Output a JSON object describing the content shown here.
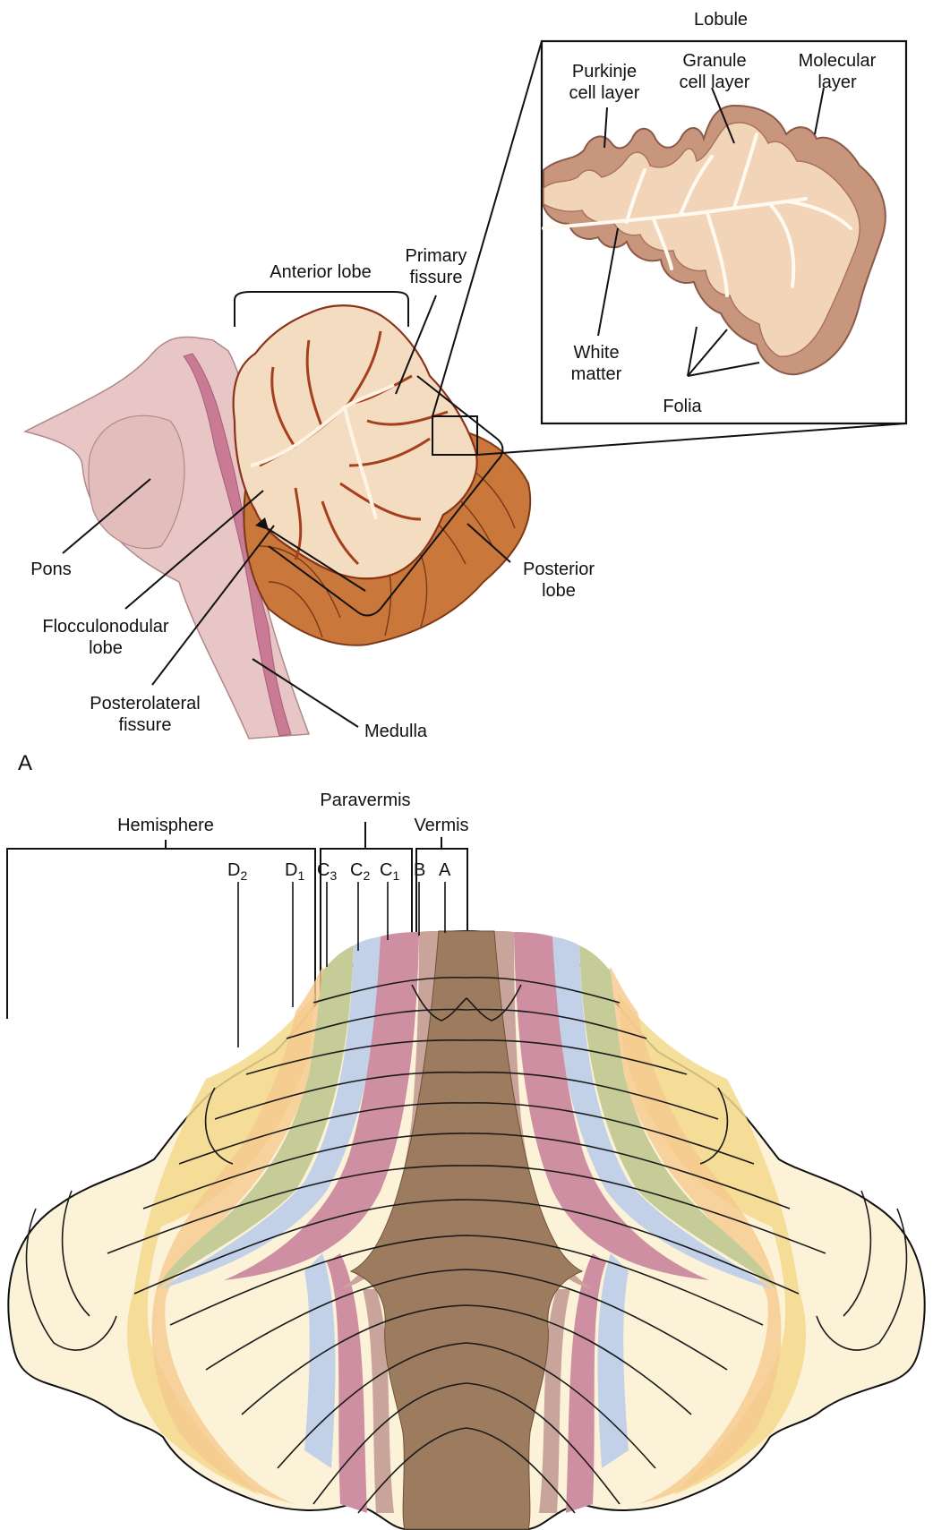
{
  "panel_a": {
    "panel_letter": "A",
    "lobule": "Lobule",
    "purkinje_1": "Purkinje",
    "purkinje_2": "cell layer",
    "granule_1": "Granule",
    "granule_2": "cell layer",
    "molecular_1": "Molecular",
    "molecular_2": "layer",
    "white_matter_1": "White",
    "white_matter_2": "matter",
    "folia": "Folia",
    "anterior_lobe": "Anterior lobe",
    "primary_fissure_1": "Primary",
    "primary_fissure_2": "fissure",
    "pons": "Pons",
    "flocculonodular_1": "Flocculonodular",
    "flocculonodular_2": "lobe",
    "posterolateral_1": "Posterolateral",
    "posterolateral_2": "fissure",
    "medulla": "Medulla",
    "posterior_lobe_1": "Posterior",
    "posterior_lobe_2": "lobe"
  },
  "panel_b": {
    "hemisphere": "Hemisphere",
    "paravermis": "Paravermis",
    "vermis": "Vermis",
    "zones": [
      {
        "letter": "D",
        "sub": "2",
        "color": "#f3d98c"
      },
      {
        "letter": "D",
        "sub": "1",
        "color": "#f6c98e"
      },
      {
        "letter": "C",
        "sub": "3",
        "color": "#c6cc97"
      },
      {
        "letter": "C",
        "sub": "2",
        "color": "#c2d0e8"
      },
      {
        "letter": "C",
        "sub": "1",
        "color": "#cf8fa2"
      },
      {
        "letter": "B",
        "sub": "",
        "color": "#c9a49a"
      },
      {
        "letter": "A",
        "sub": "",
        "color": "#9c7b5e"
      }
    ],
    "outer_color": "#fbf2d8"
  }
}
